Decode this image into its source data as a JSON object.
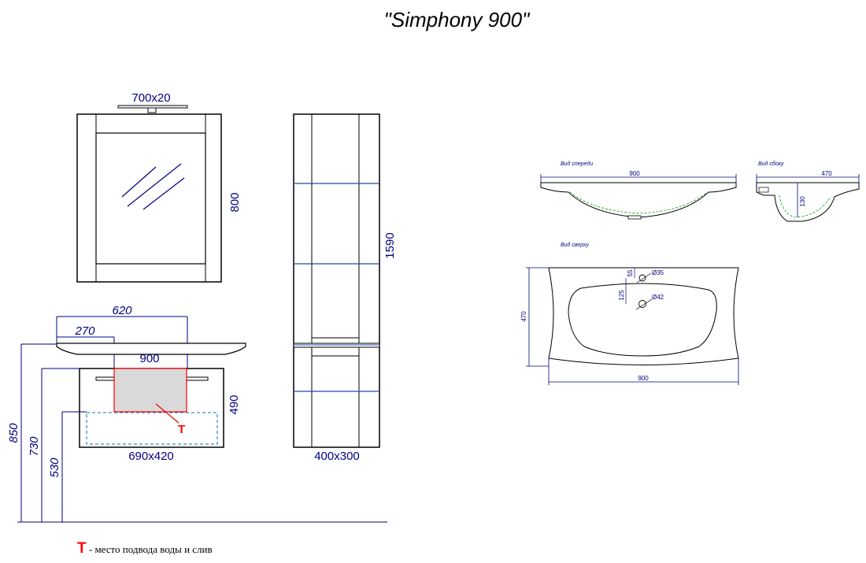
{
  "title": "\"Simphony 900\"",
  "legend": {
    "symbol": "T",
    "text": " - место подвода воды и слив"
  },
  "mirror": {
    "lamp_size": "700x20",
    "height": "800"
  },
  "column": {
    "height": "1590",
    "size": "400x300"
  },
  "vanity": {
    "outer_width": "620",
    "inner_offset": "270",
    "top_width": "900",
    "box_height": "490",
    "size": "690x420",
    "marker": "T",
    "level_850": "850",
    "level_730": "730",
    "level_530": "530"
  },
  "sink_front": {
    "caption": "Вид спереди",
    "width": "900"
  },
  "sink_side": {
    "caption": "Вид сбоку",
    "depth": "470",
    "height": "130"
  },
  "sink_top": {
    "caption": "Вид сверху",
    "hole_small": "Ø35",
    "hole_large": "Ø42",
    "offset_55": "55",
    "offset_125": "125",
    "depth": "470",
    "width": "900"
  },
  "colors": {
    "dimension": "#000080",
    "outline": "#000000",
    "connection": "#ff0000",
    "drain_zone": "#0070c0",
    "basin_contour": "#00a000"
  }
}
